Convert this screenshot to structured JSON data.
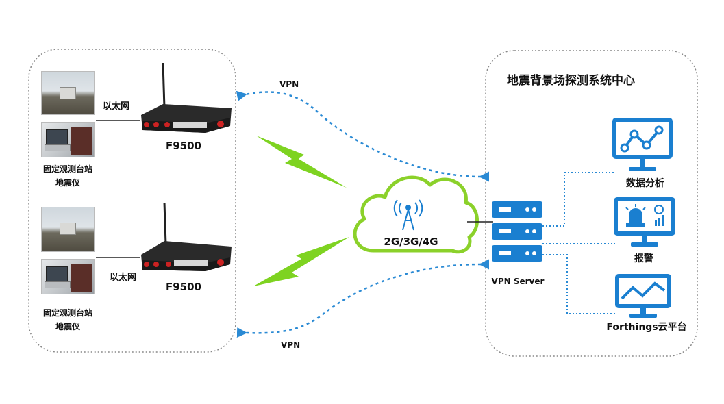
{
  "site_top": {
    "device_label": "固定观测台站",
    "device_label2": "地震仪",
    "link_label": "以太网",
    "router_label": "F9500"
  },
  "site_bottom": {
    "device_label": "固定观测台站",
    "device_label2": "地震仪",
    "link_label": "以太网",
    "router_label": "F9500"
  },
  "vpn_top": "VPN",
  "vpn_bottom": "VPN",
  "cloud_label": "2G/3G/4G",
  "center": {
    "title": "地震背景场探测系统中心",
    "server_label": "VPN Server",
    "services": [
      {
        "label": "数据分析",
        "icon": "line-chart-monitor-icon"
      },
      {
        "label": "报警",
        "icon": "alarm-monitor-icon"
      },
      {
        "label": "Forthings云平台",
        "icon": "trend-monitor-icon"
      }
    ]
  },
  "colors": {
    "accent_blue": "#1a7fd0",
    "dashed_blue": "#2a8ad4",
    "lightning_green": "#7ed321",
    "cloud_green": "#8bd12a"
  }
}
